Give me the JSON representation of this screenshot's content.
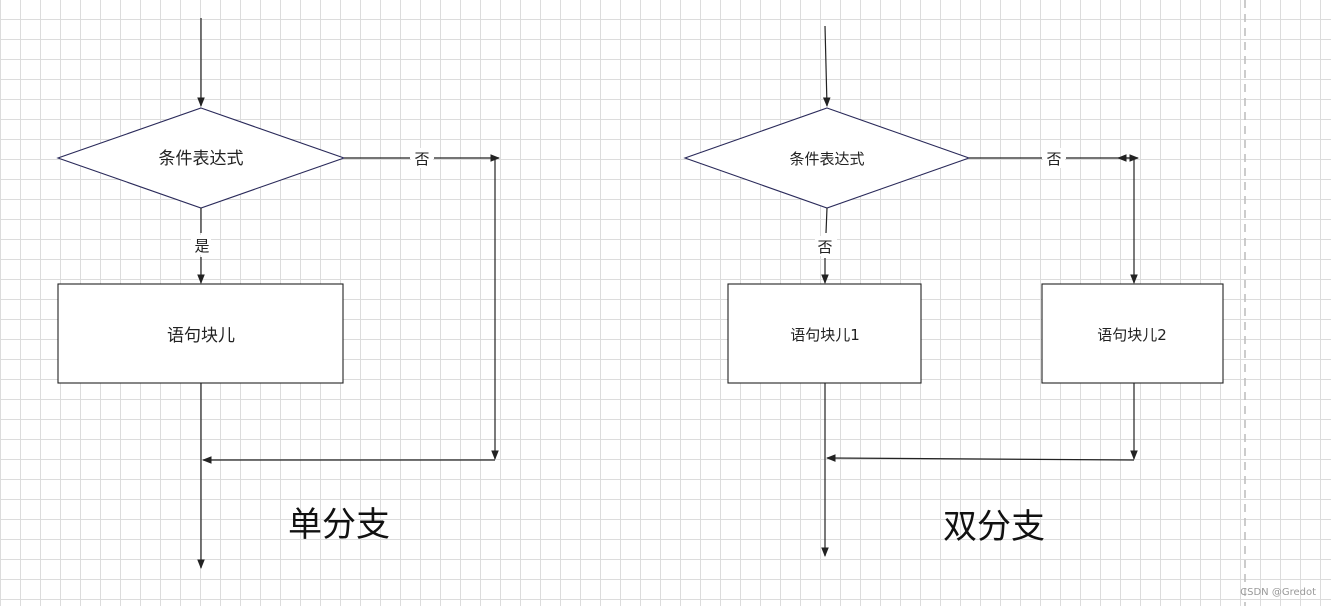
{
  "single_branch": {
    "title": "单分支",
    "condition": "条件表达式",
    "yes_label": "是",
    "no_label": "否",
    "block": "语句块儿"
  },
  "double_branch": {
    "title": "双分支",
    "condition": "条件表达式",
    "left_label": "否",
    "right_label": "否",
    "block1": "语句块儿1",
    "block2": "语句块儿2"
  },
  "watermark": "CSDN @Gredot",
  "colors": {
    "diamond_stroke": "#2a2a5a",
    "line": "#222222",
    "grid": "#dcdcdc",
    "dashed_divider": "#bbbbbb"
  }
}
